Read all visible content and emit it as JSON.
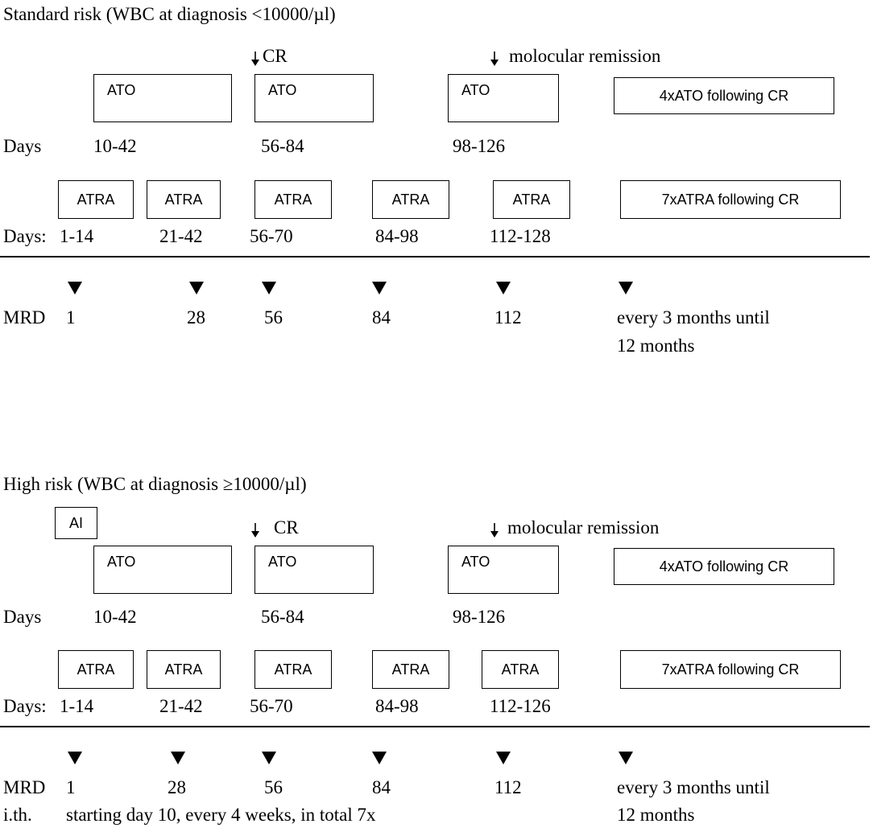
{
  "standard": {
    "title": "Standard risk (WBC at diagnosis <10000/µl)",
    "cr_label": "CR",
    "molecular_label": "molocular remission",
    "ato_label": "ATO",
    "ato_following": "4xATO following CR",
    "days_label": "Days",
    "ato_days": [
      "10-42",
      "56-84",
      "98-126"
    ],
    "atra_label": "ATRA",
    "atra_following": "7xATRA following CR",
    "atra_days_label": "Days:",
    "atra_days": [
      "1-14",
      "21-42",
      "56-70",
      "84-98",
      "112-128"
    ],
    "mrd_label": "MRD",
    "mrd_values": [
      "1",
      "28",
      "56",
      "84",
      "112"
    ],
    "mrd_note_1": "every 3 months until",
    "mrd_note_2": "12 months"
  },
  "high": {
    "title": "High risk (WBC at diagnosis ≥10000/µl)",
    "ai_label": "AI",
    "cr_label": "CR",
    "molecular_label": "molocular remission",
    "ato_label": "ATO",
    "ato_following": "4xATO following CR",
    "days_label": "Days",
    "ato_days": [
      "10-42",
      "56-84",
      "98-126"
    ],
    "atra_label": "ATRA",
    "atra_following": "7xATRA following CR",
    "atra_days_label": "Days:",
    "atra_days": [
      "1-14",
      "21-42",
      "56-70",
      "84-98",
      "112-126"
    ],
    "mrd_label": "MRD",
    "mrd_values": [
      "1",
      "28",
      "56",
      "84",
      "112"
    ],
    "mrd_note_1": "every 3 months until",
    "mrd_note_2": "12 months",
    "ith_label": "i.th.",
    "ith_text": "starting day 10, every 4 weeks, in total 7x"
  }
}
